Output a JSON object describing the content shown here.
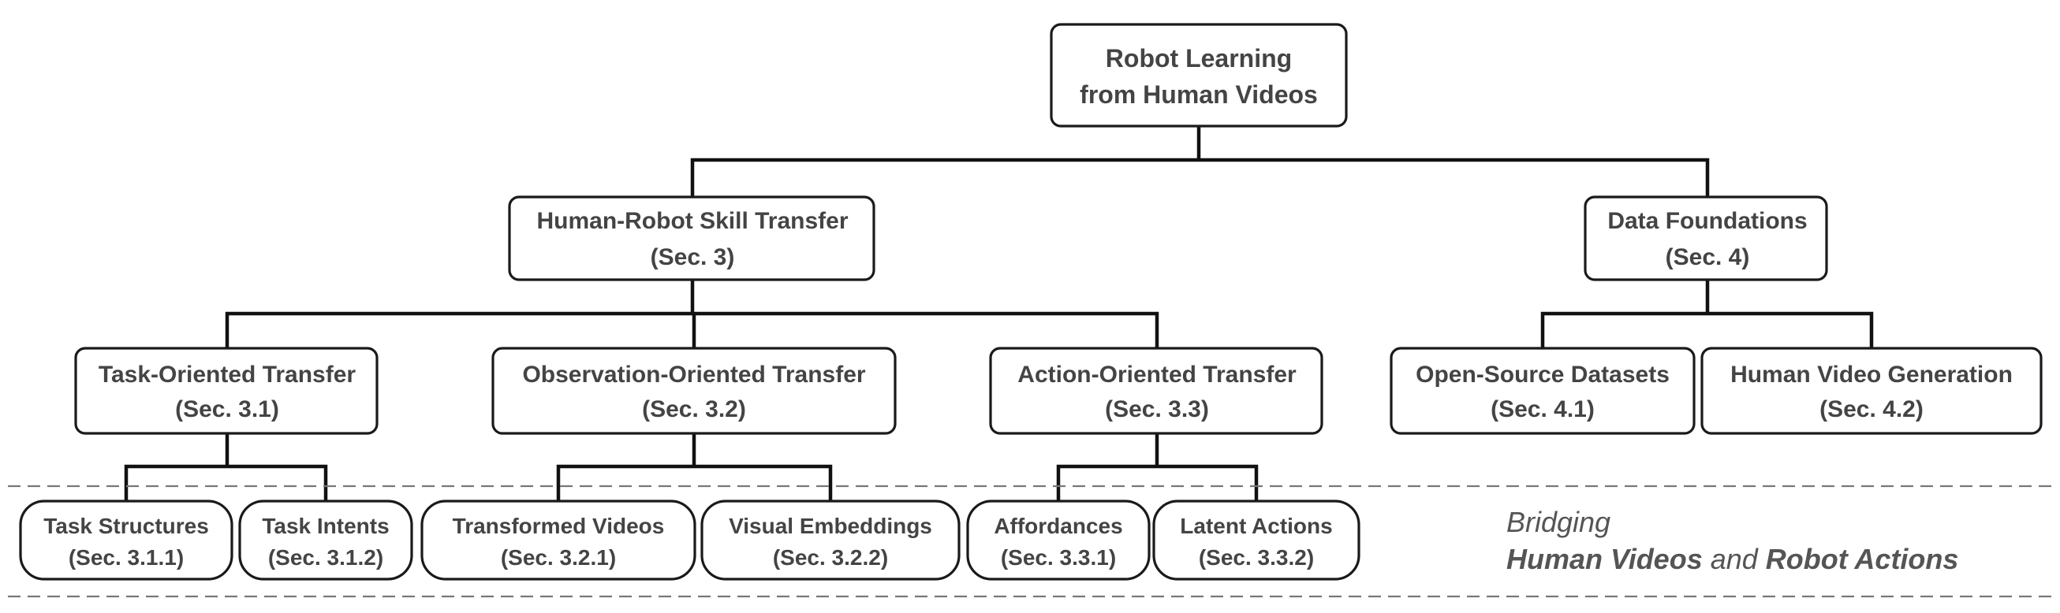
{
  "diagram": {
    "root": {
      "line1": "Robot Learning",
      "line2": "from Human Videos"
    },
    "skill_transfer": {
      "line1": "Human-Robot Skill Transfer",
      "line2": "(Sec. 3)"
    },
    "data_foundations": {
      "line1": "Data Foundations",
      "line2": "(Sec. 4)"
    },
    "task_transfer": {
      "line1": "Task-Oriented Transfer",
      "line2": "(Sec. 3.1)"
    },
    "observation_transfer": {
      "line1": "Observation-Oriented Transfer",
      "line2": "(Sec. 3.2)"
    },
    "action_transfer": {
      "line1": "Action-Oriented Transfer",
      "line2": "(Sec. 3.3)"
    },
    "open_datasets": {
      "line1": "Open-Source Datasets",
      "line2": "(Sec. 4.1)"
    },
    "video_generation": {
      "line1": "Human Video Generation",
      "line2": "(Sec. 4.2)"
    },
    "task_structures": {
      "line1": "Task Structures",
      "line2": "(Sec. 3.1.1)"
    },
    "task_intents": {
      "line1": "Task Intents",
      "line2": "(Sec. 3.1.2)"
    },
    "transformed_videos": {
      "line1": "Transformed Videos",
      "line2": "(Sec. 3.2.1)"
    },
    "visual_embeddings": {
      "line1": "Visual Embeddings",
      "line2": "(Sec. 3.2.2)"
    },
    "affordances": {
      "line1": "Affordances",
      "line2": "(Sec. 3.3.1)"
    },
    "latent_actions": {
      "line1": "Latent Actions",
      "line2": "(Sec. 3.3.2)"
    },
    "bridging": {
      "line1": "Bridging",
      "part1": "Human Videos",
      "connector": " and ",
      "part2": "Robot Actions"
    }
  }
}
